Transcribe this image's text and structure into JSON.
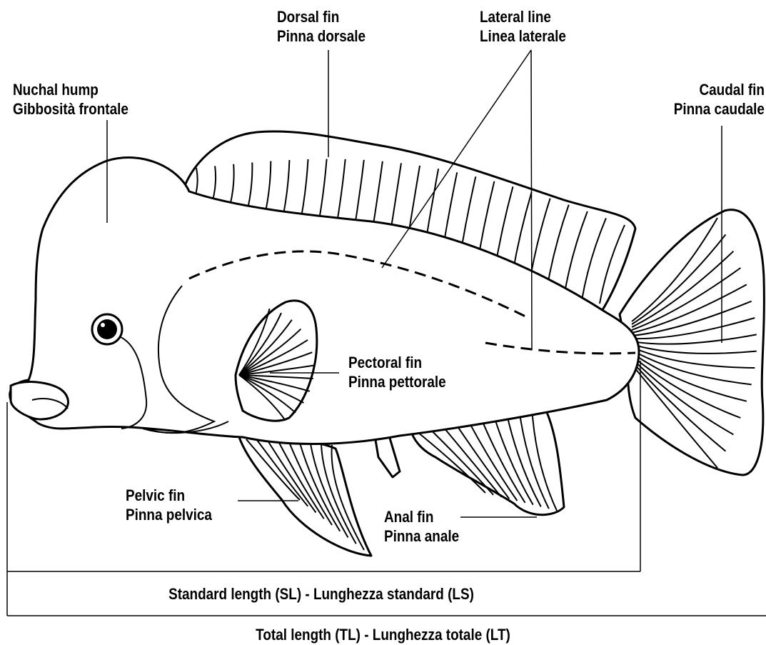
{
  "labels": {
    "dorsal_fin": [
      "Dorsal fin",
      "Pinna dorsale"
    ],
    "lateral_line": [
      "Lateral line",
      "Linea laterale"
    ],
    "nuchal_hump": [
      "Nuchal hump",
      "Gibbosità frontale"
    ],
    "caudal_fin": [
      "Caudal fin",
      "Pinna caudale"
    ],
    "pectoral_fin": [
      "Pectoral fin",
      "Pinna pettorale"
    ],
    "pelvic_fin": [
      "Pelvic fin",
      "Pinna pelvica"
    ],
    "anal_fin": [
      "Anal fin",
      "Pinna anale"
    ]
  },
  "measurements": {
    "standard_length": "Standard length (SL) - Lunghezza standard (LS)",
    "total_length": "Total length (TL) - Lunghezza totale (LT)"
  }
}
